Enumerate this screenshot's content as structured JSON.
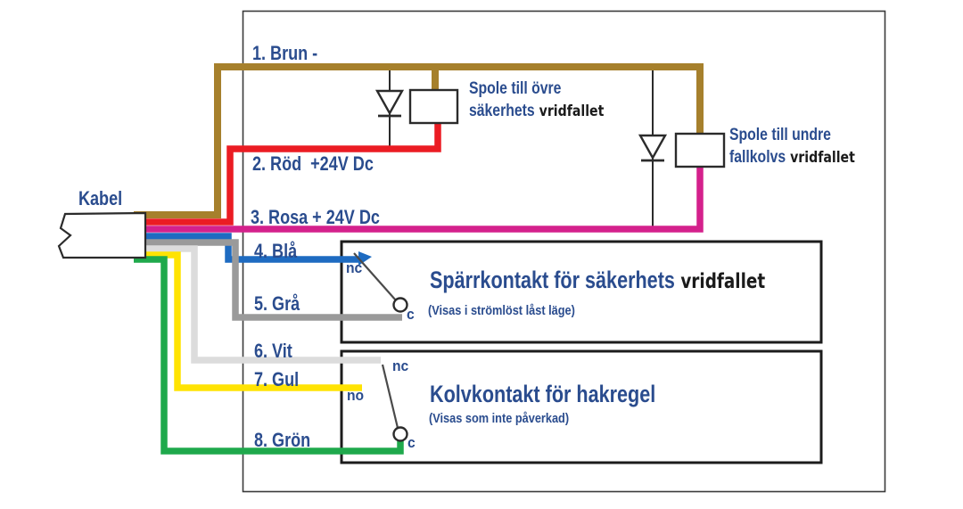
{
  "colors": {
    "brown": "#A6802C",
    "red": "#EB1C23",
    "pink": "#D4218C",
    "blue": "#1E6BC1",
    "gray": "#9A9A9A",
    "white_wire": "#DCDCDC",
    "yellow": "#FFE303",
    "green": "#1FA94C",
    "text_navy": "#2A4C8E",
    "line_black": "#2B2B2B"
  },
  "cable": {
    "label": "Kabel"
  },
  "wires": [
    {
      "label": "1. Brun -",
      "color": "#A6802C"
    },
    {
      "label": "2. Röd  +24V Dc",
      "color": "#EB1C23"
    },
    {
      "label": "3. Rosa + 24V Dc",
      "color": "#D4218C"
    },
    {
      "label": "4. Blå",
      "color": "#1E6BC1"
    },
    {
      "label": "5. Grå",
      "color": "#9A9A9A"
    },
    {
      "label": "6. Vit",
      "color": "#DCDCDC"
    },
    {
      "label": "7. Gul",
      "color": "#FFE303"
    },
    {
      "label": "8. Grön",
      "color": "#1FA94C"
    }
  ],
  "coils": [
    {
      "line1": "Spole till övre",
      "line2": "säkerhets",
      "emphasis": "vridfallet"
    },
    {
      "line1": "Spole till undre",
      "line2": "fallkolvs",
      "emphasis": "vridfallet"
    }
  ],
  "contact_boxes": [
    {
      "title": "Spärrkontakt för säkerhets",
      "emphasis": "vridfallet",
      "subtitle": "(Visas i strömlöst låst läge)",
      "terminal_nc": "nc",
      "terminal_c": "c"
    },
    {
      "title": "Kolvkontakt för hakregel",
      "emphasis": "",
      "subtitle": "(Visas som inte påverkad)",
      "terminal_nc": "nc",
      "terminal_no": "no",
      "terminal_c": "c"
    }
  ]
}
